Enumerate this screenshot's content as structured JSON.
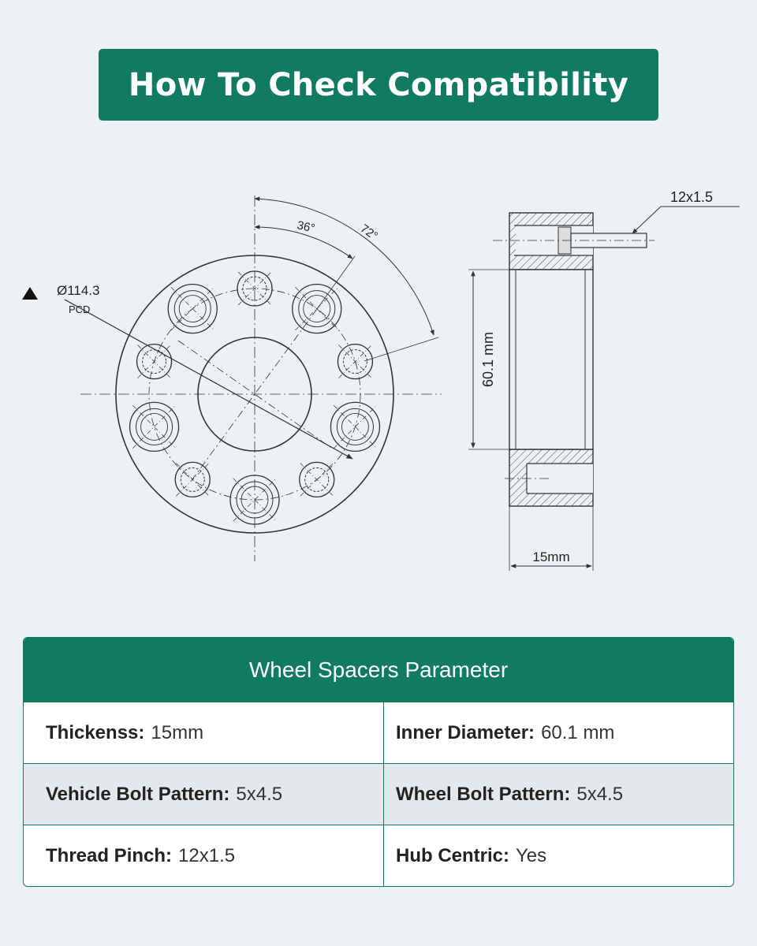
{
  "title": "How To Check Compatibility",
  "diagram": {
    "angle_36": "36°",
    "angle_72": "72°",
    "pcd_value": "Ø114.3",
    "pcd_label": "PCD",
    "thread_label": "12x1.5",
    "bore_label": "60.1 mm",
    "thickness_label": "15mm"
  },
  "table": {
    "header": "Wheel Spacers Parameter",
    "rows": [
      [
        {
          "label": "Thickenss:",
          "value": "15mm"
        },
        {
          "label": "Inner Diameter:",
          "value": "60.1 mm"
        }
      ],
      [
        {
          "label": "Vehicle Bolt Pattern:",
          "value": "5x4.5"
        },
        {
          "label": "Wheel Bolt Pattern:",
          "value": "5x4.5"
        }
      ],
      [
        {
          "label": "Thread Pinch:",
          "value": "12x1.5"
        },
        {
          "label": "Hub Centric:",
          "value": "Yes"
        }
      ]
    ]
  },
  "colors": {
    "accent": "#117a63",
    "background": "#eef1f4"
  }
}
